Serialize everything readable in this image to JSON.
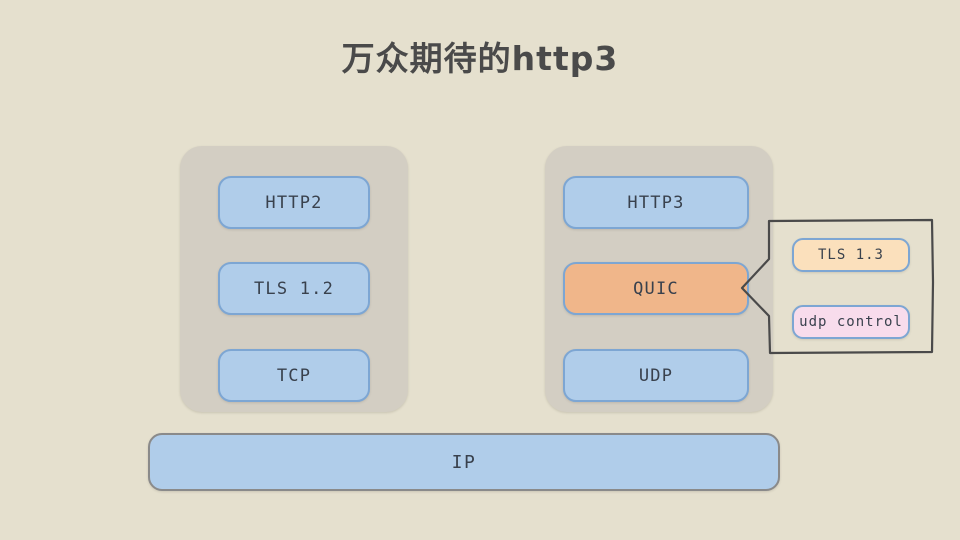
{
  "page": {
    "title": "万众期待的http3",
    "background_color": "#e5e0ce"
  },
  "colors": {
    "panel": "#d3cec3",
    "box_blue_fill": "#b0cdea",
    "box_blue_border": "#7da6d3",
    "box_orange_fill": "#f0b68a",
    "chip_peach_fill": "#fbe0bc",
    "chip_pink_fill": "#f8dcec",
    "text": "#39414d",
    "ip_border": "#8a8a8a",
    "callout_border": "#4a4a4a"
  },
  "stacks": [
    {
      "name": "http2-stack",
      "layers": [
        {
          "label": "HTTP2",
          "style": "blue"
        },
        {
          "label": "TLS 1.2",
          "style": "blue"
        },
        {
          "label": "TCP",
          "style": "blue"
        }
      ]
    },
    {
      "name": "http3-stack",
      "layers": [
        {
          "label": "HTTP3",
          "style": "blue"
        },
        {
          "label": "QUIC",
          "style": "orange"
        },
        {
          "label": "UDP",
          "style": "blue"
        }
      ]
    }
  ],
  "base_layer": {
    "label": "IP"
  },
  "callout": {
    "source": "QUIC",
    "items": [
      {
        "label": "TLS 1.3",
        "style": "peach"
      },
      {
        "label": "udp control",
        "style": "pink"
      }
    ]
  }
}
